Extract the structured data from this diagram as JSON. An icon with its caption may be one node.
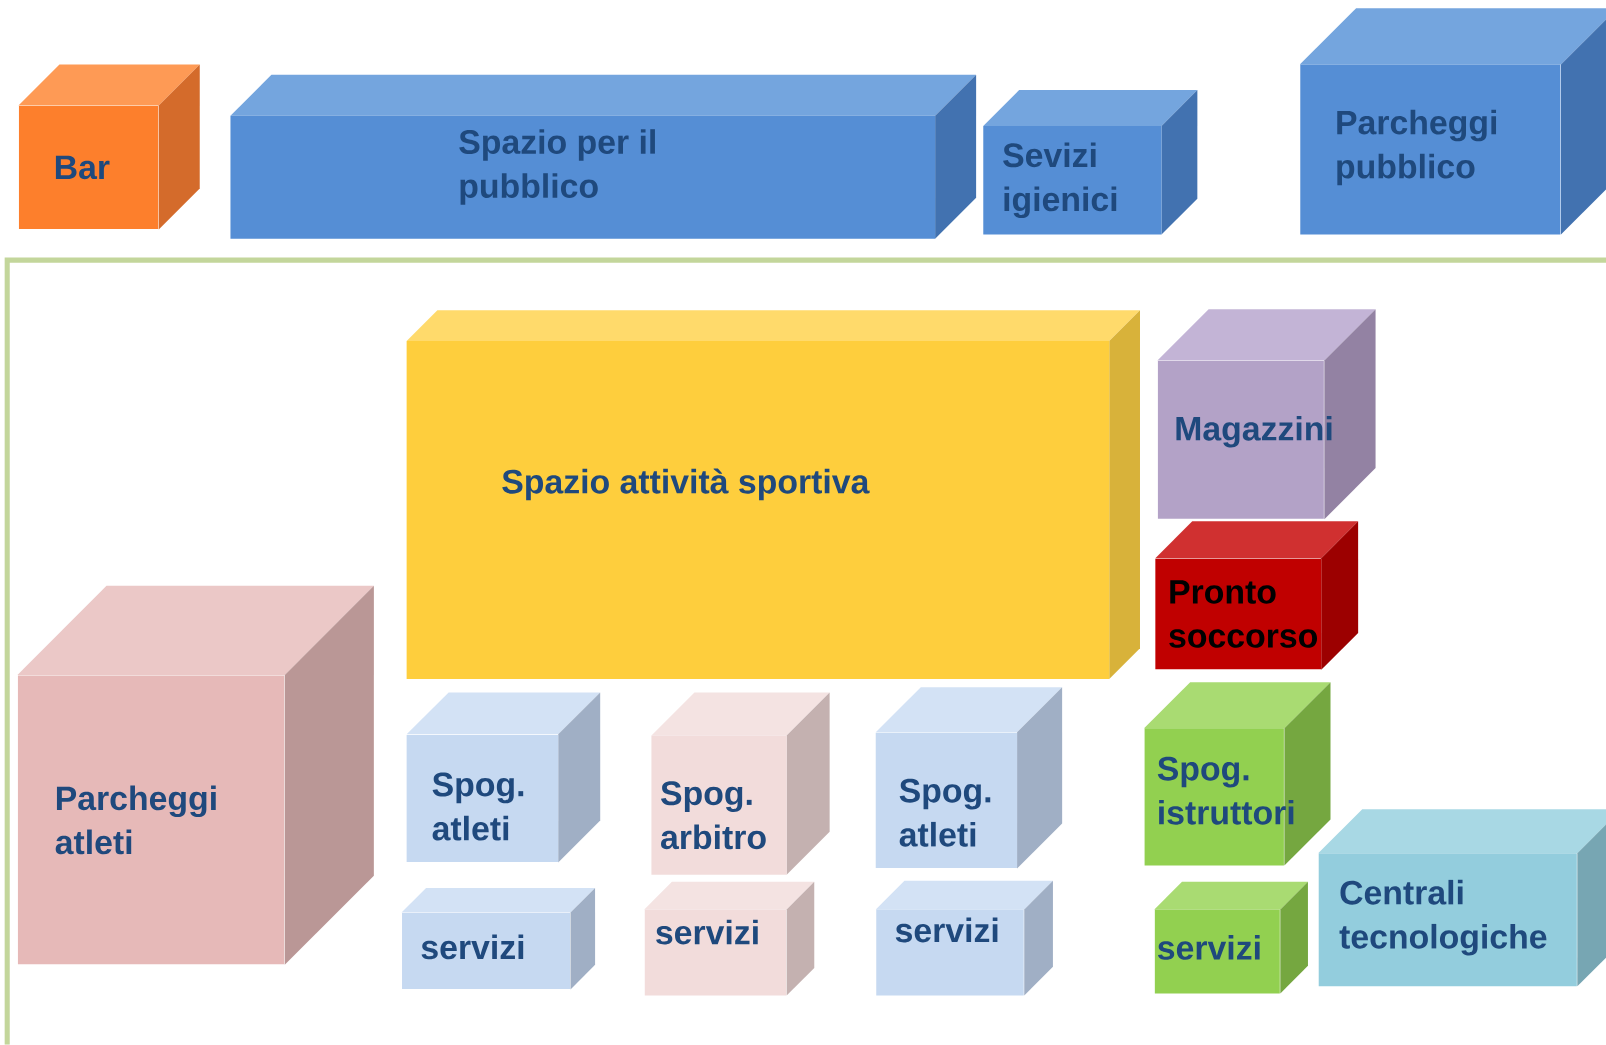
{
  "diagram": {
    "nodes": [
      {
        "text": [
          "Bar"
        ]
      },
      {
        "text": [
          "Spazio per il pubblico"
        ]
      },
      {
        "text": [
          "Sevizi igienici"
        ]
      },
      {
        "text": [
          "Parcheggi pubblico"
        ]
      },
      {
        "text": [
          "Spazio attività sportiva"
        ]
      },
      {
        "text": [
          "Magazzini"
        ]
      },
      {
        "text": [
          "Pronto soccorso"
        ]
      },
      {
        "text": [
          "Parcheggi atleti"
        ]
      },
      {
        "text": [
          "Spog. atleti"
        ]
      },
      {
        "text": [
          "servizi"
        ]
      },
      {
        "text": [
          "Spog. arbitro"
        ]
      },
      {
        "text": [
          "servizi"
        ]
      },
      {
        "text": [
          "Spog. atleti"
        ]
      },
      {
        "text": [
          "servizi"
        ]
      },
      {
        "text": [
          "Spog. istruttori"
        ]
      },
      {
        "text": [
          "servizi"
        ]
      },
      {
        "text": [
          "Centrali tecnologiche"
        ]
      }
    ]
  }
}
